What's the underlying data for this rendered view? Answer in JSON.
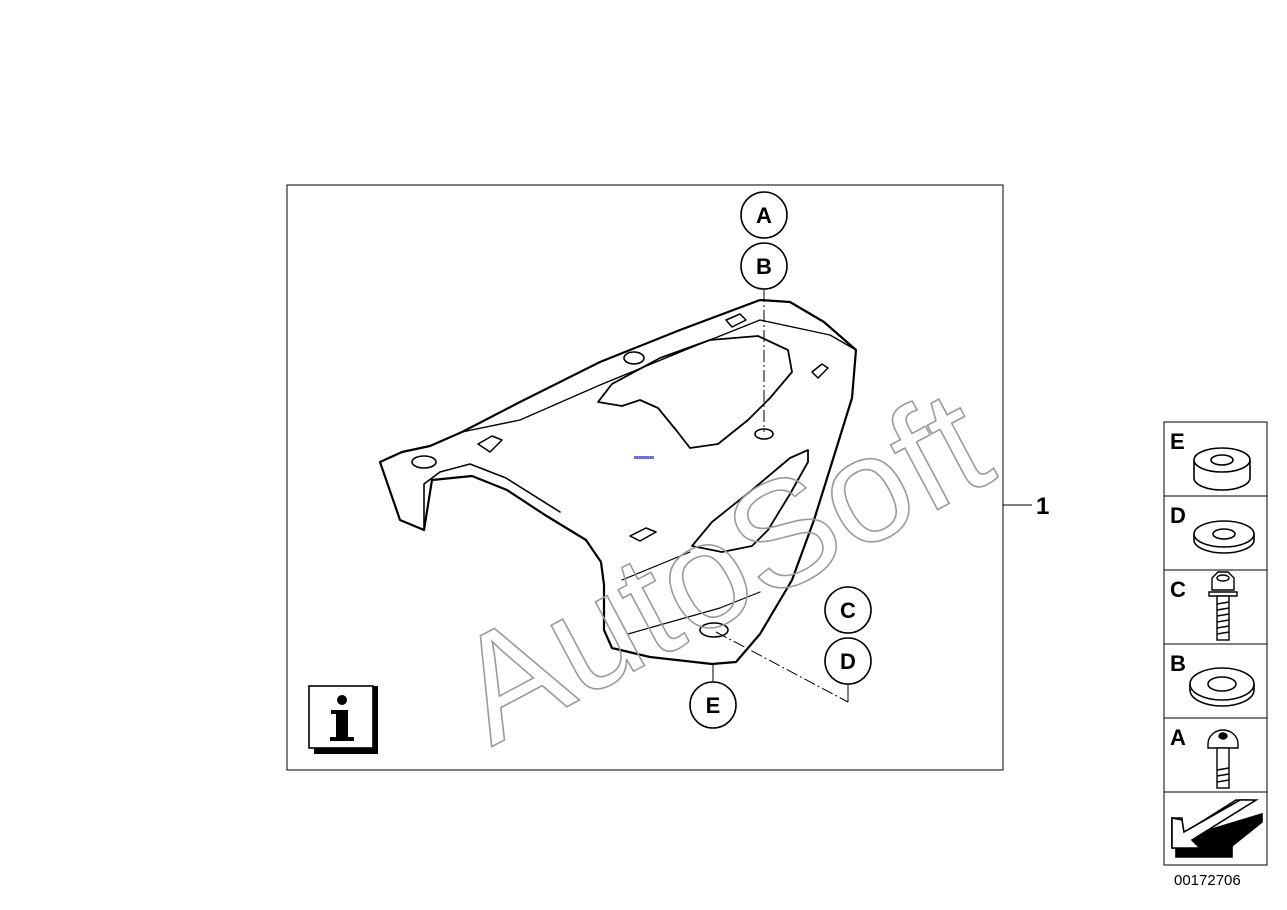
{
  "diagram": {
    "part_number": "1",
    "watermark": "AutoSoft",
    "info_icon": "info-icon",
    "diagram_id": "00172706"
  },
  "callouts": [
    {
      "label": "A"
    },
    {
      "label": "B"
    },
    {
      "label": "C"
    },
    {
      "label": "D"
    },
    {
      "label": "E"
    }
  ],
  "legend": [
    {
      "label": "E",
      "icon": "spacer-icon"
    },
    {
      "label": "D",
      "icon": "washer-icon"
    },
    {
      "label": "C",
      "icon": "hex-bolt-icon"
    },
    {
      "label": "B",
      "icon": "washer-icon"
    },
    {
      "label": "A",
      "icon": "round-head-screw-icon"
    },
    {
      "label": "",
      "icon": "arrow-icon"
    }
  ]
}
